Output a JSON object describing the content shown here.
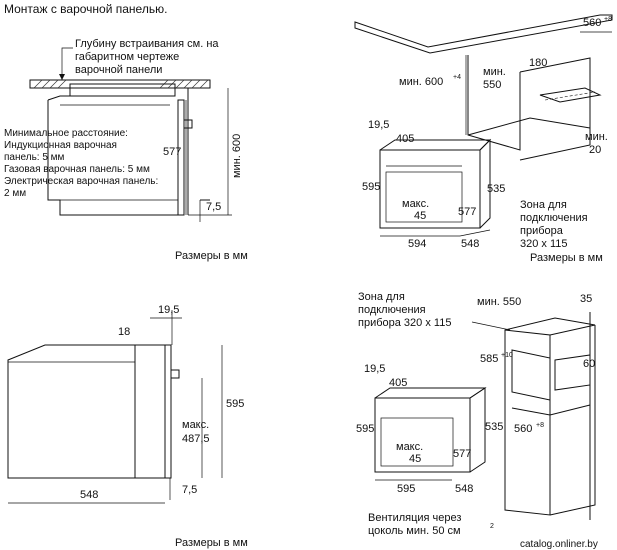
{
  "top_left": {
    "title": "Монтаж с варочной панелью.",
    "depth_note_1": "Глубину встраивания см. на",
    "depth_note_2": "габаритном чертеже",
    "depth_note_3": "варочной панели",
    "min_note_1": "Минимальное расстояние:",
    "min_note_2": "Индукционная варочная",
    "min_note_3": "панель: 5 мм",
    "min_note_4": "Газовая варочная панель: 5 мм",
    "min_note_5": "Электрическая варочная панель:",
    "min_note_6": "2 мм",
    "dim_577": "577",
    "dim_min600": "мин. 600",
    "dim_7_5": "7,5",
    "units": "Размеры в мм"
  },
  "top_right": {
    "dim_560": "560",
    "dim_560_sup": "+8",
    "dim_min600": "мин. 600",
    "dim_min600_sup": "+4",
    "dim_min550_a": "мин.",
    "dim_min550_b": "550",
    "dim_180": "180",
    "dim_min20_a": "мин.",
    "dim_min20_b": "20",
    "dim_19_5": "19,5",
    "dim_405": "405",
    "dim_595": "595",
    "dim_max45_a": "макс.",
    "dim_max45_b": "45",
    "dim_577": "577",
    "dim_535": "535",
    "dim_594": "594",
    "dim_548": "548",
    "zone_1": "Зона для",
    "zone_2": "подключения",
    "zone_3": "прибора",
    "zone_4": "320 x 115",
    "units": "Размеры в мм"
  },
  "bottom_left": {
    "dim_19_5": "19,5",
    "dim_18": "18",
    "dim_595": "595",
    "dim_max_a": "макс.",
    "dim_max_b": "487,5",
    "dim_548": "548",
    "dim_7_5": "7,5",
    "units": "Размеры в мм"
  },
  "bottom_right": {
    "zone_1": "Зона для",
    "zone_2": "подключения",
    "zone_3": "прибора 320 x 115",
    "dim_min550": "мин. 550",
    "dim_35": "35",
    "dim_585": "585",
    "dim_585_sup": "+10",
    "dim_60": "60",
    "dim_19_5": "19,5",
    "dim_405": "405",
    "dim_595": "595",
    "dim_max45_a": "макс.",
    "dim_max45_b": "45",
    "dim_577": "577",
    "dim_535": "535",
    "dim_560": "560",
    "dim_560_sup": "+8",
    "dim_595b": "595",
    "dim_548": "548",
    "vent_1": "Вентиляция через",
    "vent_2": "цоколь мин. 50 см",
    "vent_sup": "2",
    "watermark": "catalog.onliner.by"
  }
}
